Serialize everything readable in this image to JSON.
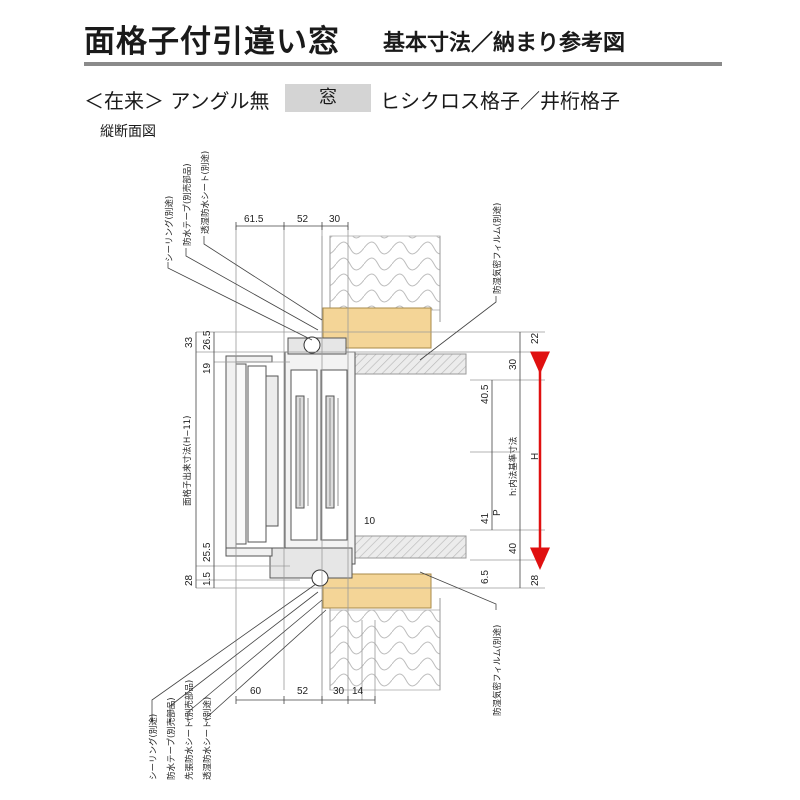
{
  "header": {
    "title": "面格子付引違い窓",
    "subtitle": "基本寸法／納まり参考図"
  },
  "spec": {
    "prefix": "＜在来＞ アングル無",
    "badge": "窓",
    "suffix": "ヒシクロス格子／井桁格子"
  },
  "section_label": "縦断面図",
  "dimensions": {
    "top_61_5": "61.5",
    "top_52": "52",
    "top_30": "30",
    "bot_60": "60",
    "bot_52": "52",
    "bot_30": "30",
    "bot_14": "14",
    "left_33": "33",
    "left_26_5": "26.5",
    "left_19": "19",
    "left_25_5": "25.5",
    "left_28": "28",
    "left_1_5": "1.5",
    "right_22": "22",
    "right_30": "30",
    "right_40_5": "40.5",
    "right_41": "41",
    "right_40": "40",
    "right_6_5": "6.5",
    "right_28": "28",
    "mid_10": "10",
    "p": "P",
    "h": "H"
  },
  "labels": {
    "facade_dim": "面格子出来寸法(H−11)",
    "inner_std": "h:内法基準寸法",
    "sealing_top": "シーリング(別途)",
    "waterproof_tape_top": "防水テープ(別売部品)",
    "breathable_sheet_top": "透湿防水シート(別途)",
    "vapor_film_top": "防湿気密フィルム(別途)",
    "sealing_bot": "シーリング(別途)",
    "waterproof_tape_bot": "防水テープ(別売部品)",
    "sill_sheet_bot": "先張防水シート(別売部品)",
    "breathable_sheet_bot": "透湿防水シート(別途)",
    "vapor_film_bot": "防湿気密フィルム(別途)"
  },
  "colors": {
    "wood": "#f4d597",
    "hatch": "#b9b9b9",
    "arrow": "#e01010",
    "frame": "#8c8c8c"
  }
}
